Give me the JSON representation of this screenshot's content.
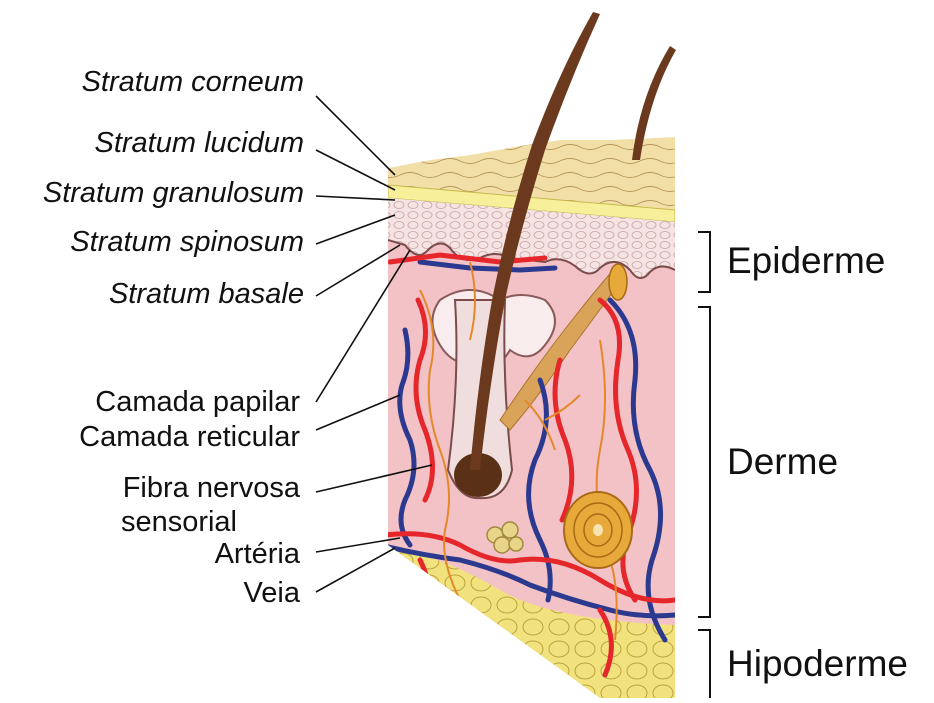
{
  "labels": {
    "stratum_corneum": "Stratum corneum",
    "stratum_lucidum": "Stratum lucidum",
    "stratum_granulosum": "Stratum granulosum",
    "stratum_spinosum": "Stratum spinosum",
    "stratum_basale": "Stratum basale",
    "camada_papilar": "Camada papilar",
    "camada_reticular": "Camada reticular",
    "fibra_nervosa_1": "Fibra nervosa",
    "fibra_nervosa_2": "sensorial",
    "arteria": "Artéria",
    "veia": "Veia"
  },
  "regions": {
    "epiderme": "Epiderme",
    "derme": "Derme",
    "hipoderme": "Hipoderme"
  },
  "colors": {
    "corneum": "#f2dfa8",
    "lucidum": "#f7ef9a",
    "spinosum": "#f6e3e3",
    "dermis": "#f3c2c6",
    "hypodermis": "#f2e27e",
    "hair": "#6b3a1e",
    "artery": "#e5262b",
    "vein": "#2b3a8f",
    "nerve": "#e3892a"
  }
}
